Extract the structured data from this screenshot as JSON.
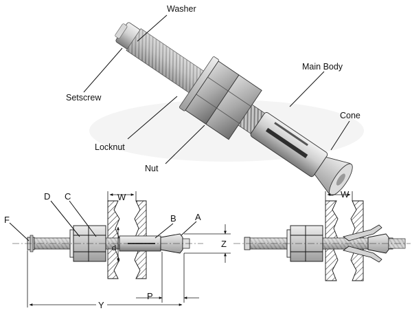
{
  "photo_labels": {
    "washer": "Washer",
    "main_body": "Main Body",
    "setscrew": "Setscrew",
    "cone": "Cone",
    "locknut": "Locknut",
    "nut": "Nut"
  },
  "drawing_labels": {
    "d_upper": "D",
    "c_upper": "C",
    "w_left": "W",
    "f": "F",
    "b": "B",
    "a": "A",
    "d_lower": "d",
    "z": "Z",
    "p": "P",
    "y": "Y",
    "w_right": "W"
  },
  "colors": {
    "line": "#111111",
    "metal_light": "#e6e6e6",
    "metal_mid": "#c8c8c8",
    "metal_dark": "#8a8a8a",
    "hatch": "#222222",
    "background": "#ffffff"
  }
}
